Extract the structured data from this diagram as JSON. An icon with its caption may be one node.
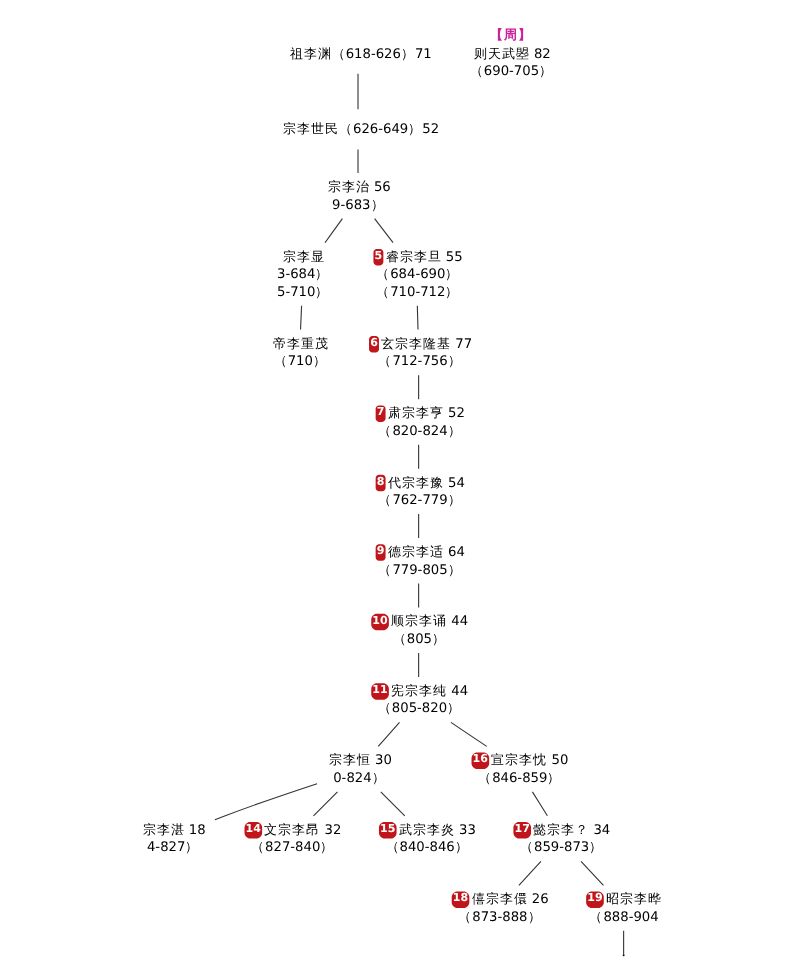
{
  "diagram": {
    "nodes": [
      {
        "text": [
          "祖李渊（618-626）71"
        ]
      },
      {
        "text": [
          "宗李世民（626-649）52"
        ]
      },
      {
        "text": [
          "宗李治 56",
          "9-683）"
        ]
      },
      {
        "text": [
          "则天武曌 82",
          "（690-705）"
        ],
        "beside": [
          "【周】"
        ]
      },
      {
        "text": [
          "宗李显",
          "3-684）",
          "5-710）"
        ]
      },
      {
        "text": [
          "5",
          "睿宗李旦 55",
          "（684-690）",
          "（710-712）"
        ]
      },
      {
        "text": [
          "帝李重茂",
          "（710）"
        ]
      },
      {
        "text": [
          "6",
          "玄宗李隆基 77",
          "（712-756）"
        ]
      },
      {
        "text": [
          "7",
          "肃宗李亨 52",
          "（820-824）"
        ]
      },
      {
        "text": [
          "8",
          "代宗李豫 54",
          "（762-779）"
        ]
      },
      {
        "text": [
          "9",
          "德宗李适 64",
          "（779-805）"
        ]
      },
      {
        "text": [
          "10",
          "顺宗李诵 44",
          "（805）"
        ]
      },
      {
        "text": [
          "11",
          "宪宗李纯 44",
          "（805-820）"
        ]
      },
      {
        "text": [
          "宗李恒 30",
          "0-824）"
        ]
      },
      {
        "text": [
          "宗李湛 18",
          "4-827）"
        ]
      },
      {
        "text": [
          "14",
          "文宗李昂 32",
          "（827-840）"
        ]
      },
      {
        "text": [
          "15",
          "武宗李炎 33",
          "（840-846）"
        ]
      },
      {
        "text": [
          "16",
          "宣宗李忱 50",
          "（846-859）"
        ]
      },
      {
        "text": [
          "17",
          "懿宗李？ 34",
          "（859-873）"
        ]
      },
      {
        "text": [
          "18",
          "僖宗李儇 26",
          "（873-888）"
        ]
      },
      {
        "text": [
          "19",
          "昭宗李晔",
          "（888-904"
        ]
      }
    ],
    "edges": [
      {
        "from": 0,
        "to": 1,
        "arrow": "none"
      },
      {
        "from": 1,
        "to": 2,
        "arrow": "none"
      },
      {
        "from": 2,
        "to": 4,
        "arrow": "none"
      },
      {
        "from": 2,
        "to": 5,
        "arrow": "none"
      },
      {
        "from": 4,
        "to": 6,
        "arrow": "none"
      },
      {
        "from": 5,
        "to": 7,
        "arrow": "none"
      },
      {
        "from": 7,
        "to": 8,
        "arrow": "none"
      },
      {
        "from": 8,
        "to": 9,
        "arrow": "none"
      },
      {
        "from": 9,
        "to": 10,
        "arrow": "none"
      },
      {
        "from": 10,
        "to": 11,
        "arrow": "none"
      },
      {
        "from": 11,
        "to": 12,
        "arrow": "none"
      },
      {
        "from": 12,
        "to": 13,
        "arrow": "none"
      },
      {
        "from": 12,
        "to": 17,
        "arrow": "none"
      },
      {
        "from": 13,
        "to": 14,
        "arrow": "none"
      },
      {
        "from": 13,
        "to": 15,
        "arrow": "none"
      },
      {
        "from": 13,
        "to": 16,
        "arrow": "none"
      },
      {
        "from": 17,
        "to": 18,
        "arrow": "none"
      },
      {
        "from": 18,
        "to": 19,
        "arrow": "none"
      },
      {
        "from": 18,
        "to": 20,
        "arrow": "none"
      },
      {
        "from": 20,
        "to": null,
        "arrow": "none"
      }
    ]
  }
}
